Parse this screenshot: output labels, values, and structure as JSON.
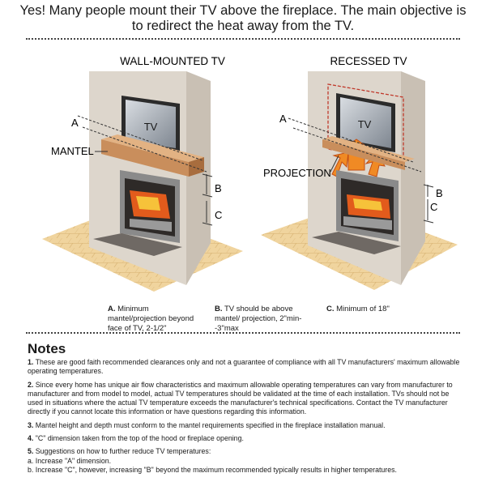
{
  "intro": "Yes! Many people mount their TV above the fireplace. The main objective is to redirect the heat away from the TV.",
  "diagram": {
    "left_title": "WALL-MOUNTED TV",
    "right_title": "RECESSED TV",
    "tv": "TV",
    "mantel": "MANTEL",
    "projection": "PROJECTION",
    "a": "A",
    "b": "B",
    "c": "C"
  },
  "captions": [
    {
      "letter": "A.",
      "text": "Minimum mantel/projection beyond face of TV, 2-1/2\""
    },
    {
      "letter": "B.",
      "text": "TV should be above mantel/ projection, 2\"min--3\"max"
    },
    {
      "letter": "C.",
      "text": "Minimum of 18\""
    }
  ],
  "notes": {
    "title": "Notes",
    "items": [
      {
        "num": "1.",
        "text": "These are good faith recommended clearances only and not a guarantee of compliance with all TV manufacturers' maximum allowable operating temperatures."
      },
      {
        "num": "2.",
        "text": "Since every home has unique air flow characteristics and maximum allowable operating temperatures can vary from manufacturer to manufacturer and from model to model, actual TV temperatures should be validated at the time of each installation. TVs should not be used in situations where the actual TV temperature exceeds the manufacturer's technical specifications. Contact the TV manufacturer directly if you cannot locate this information or have questions regarding this information."
      },
      {
        "num": "3.",
        "text": "Mantel height and depth must conform to the mantel requirements specified in the fireplace installation manual."
      },
      {
        "num": "4.",
        "text": "\"C\" dimension taken from the top of the hood or fireplace opening."
      },
      {
        "num": "5.",
        "text": "Suggestions on how to further reduce TV temperatures:",
        "sub": [
          "a. Increase \"A\" dimension.",
          "b. Increase \"C\", however, increasing \"B\" beyond the maximum recommended typically results in higher temperatures."
        ]
      }
    ]
  }
}
